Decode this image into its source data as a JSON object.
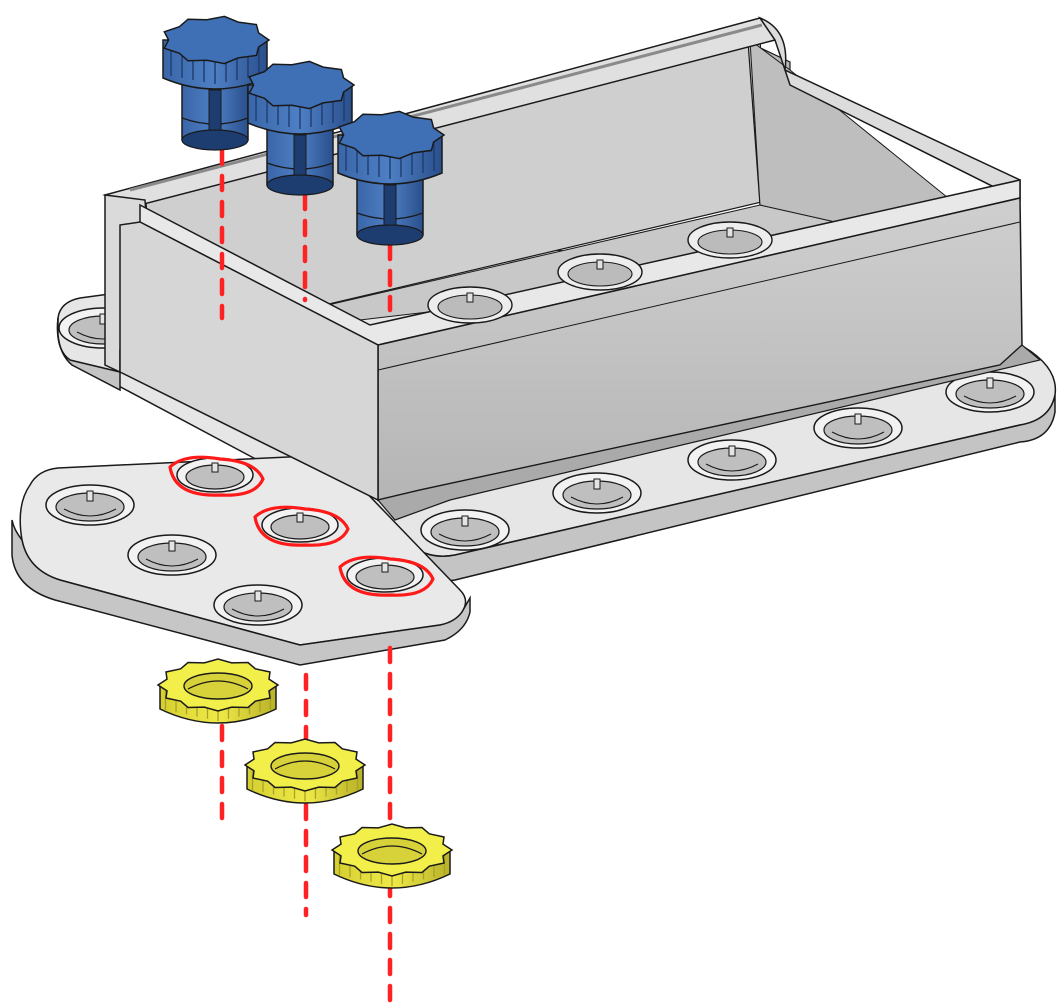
{
  "colors": {
    "background": "#ffffff",
    "gray_light": "#dcdcdc",
    "gray_mid": "#bdbdbd",
    "gray_dark": "#9a9a9a",
    "gray_edge": "#8a8a8a",
    "outline": "#1a1a1a",
    "blue_top": "#3f6fb5",
    "blue_side": "#2d5696",
    "blue_dark": "#1d3d70",
    "yellow_top": "#f2ee4a",
    "yellow_side": "#d8d23a",
    "yellow_dark": "#a8a22a",
    "callout_red": "#ff1a1a",
    "guide_red": "#ff2222"
  },
  "parts": {
    "container": "tray-box",
    "base_plate": "perforated-base-plate",
    "fasteners": [
      "push-plug",
      "push-plug",
      "push-plug"
    ],
    "lock_rings": [
      "lock-ring",
      "lock-ring",
      "lock-ring"
    ]
  },
  "annotations": {
    "highlighted_holes": 3,
    "guide_lines": 3
  }
}
